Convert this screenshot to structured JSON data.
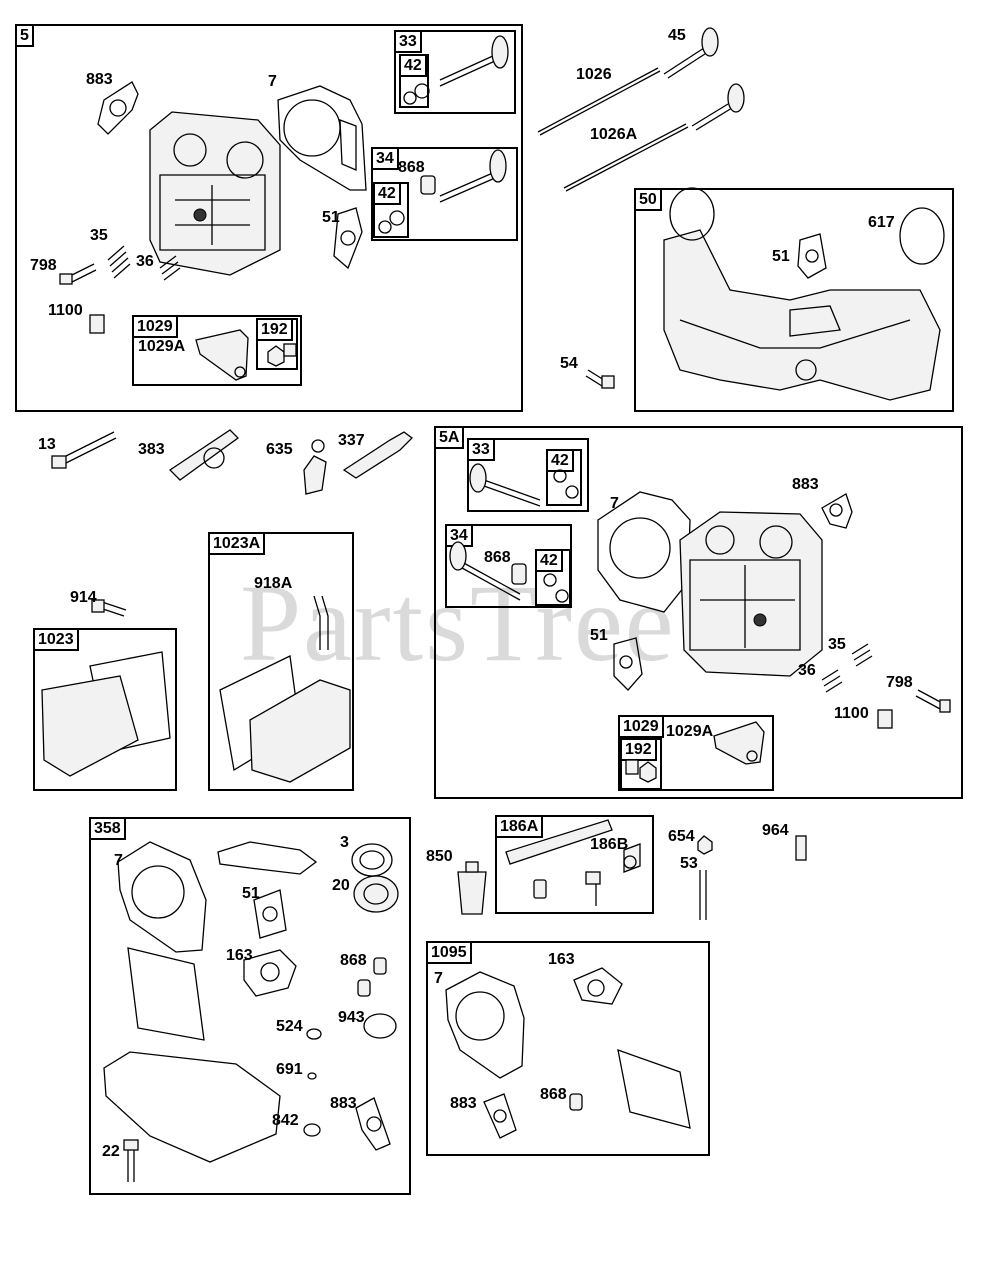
{
  "watermark": "PartsTree",
  "groups": {
    "g5": "5",
    "g33a": "33",
    "g42a": "42",
    "g34a": "34",
    "g42b": "42",
    "g1029a": "1029",
    "g192a": "192",
    "g50": "50",
    "g5A": "5A",
    "g33b": "33",
    "g42c": "42",
    "g34b": "34",
    "g42d": "42",
    "g1029b": "1029",
    "g192b": "192",
    "g1023A": "1023A",
    "g1023": "1023",
    "g358": "358",
    "g186A": "186A",
    "g1095": "1095"
  },
  "labels": {
    "l883a": "883",
    "l7a": "7",
    "l868a": "868",
    "l51a": "51",
    "l35a": "35",
    "l798a": "798",
    "l36a": "36",
    "l1100a": "1100",
    "l1029Aa": "1029A",
    "l45": "45",
    "l1026": "1026",
    "l1026A": "1026A",
    "l51b": "51",
    "l617": "617",
    "l54": "54",
    "l13": "13",
    "l383": "383",
    "l635": "635",
    "l337": "337",
    "l914": "914",
    "l918A": "918A",
    "l7b": "7",
    "l883b": "883",
    "l868b": "868",
    "l51c": "51",
    "l35b": "35",
    "l36b": "36",
    "l798b": "798",
    "l1100b": "1100",
    "l1029Ab": "1029A",
    "l7c": "7",
    "l3": "3",
    "l20": "20",
    "l51d": "51",
    "l163a": "163",
    "l868c": "868",
    "l524": "524",
    "l943": "943",
    "l691": "691",
    "l842": "842",
    "l883c": "883",
    "l22": "22",
    "l850": "850",
    "l186B": "186B",
    "l654": "654",
    "l53": "53",
    "l964": "964",
    "l7d": "7",
    "l163b": "163",
    "l883d": "883",
    "l868d": "868"
  }
}
